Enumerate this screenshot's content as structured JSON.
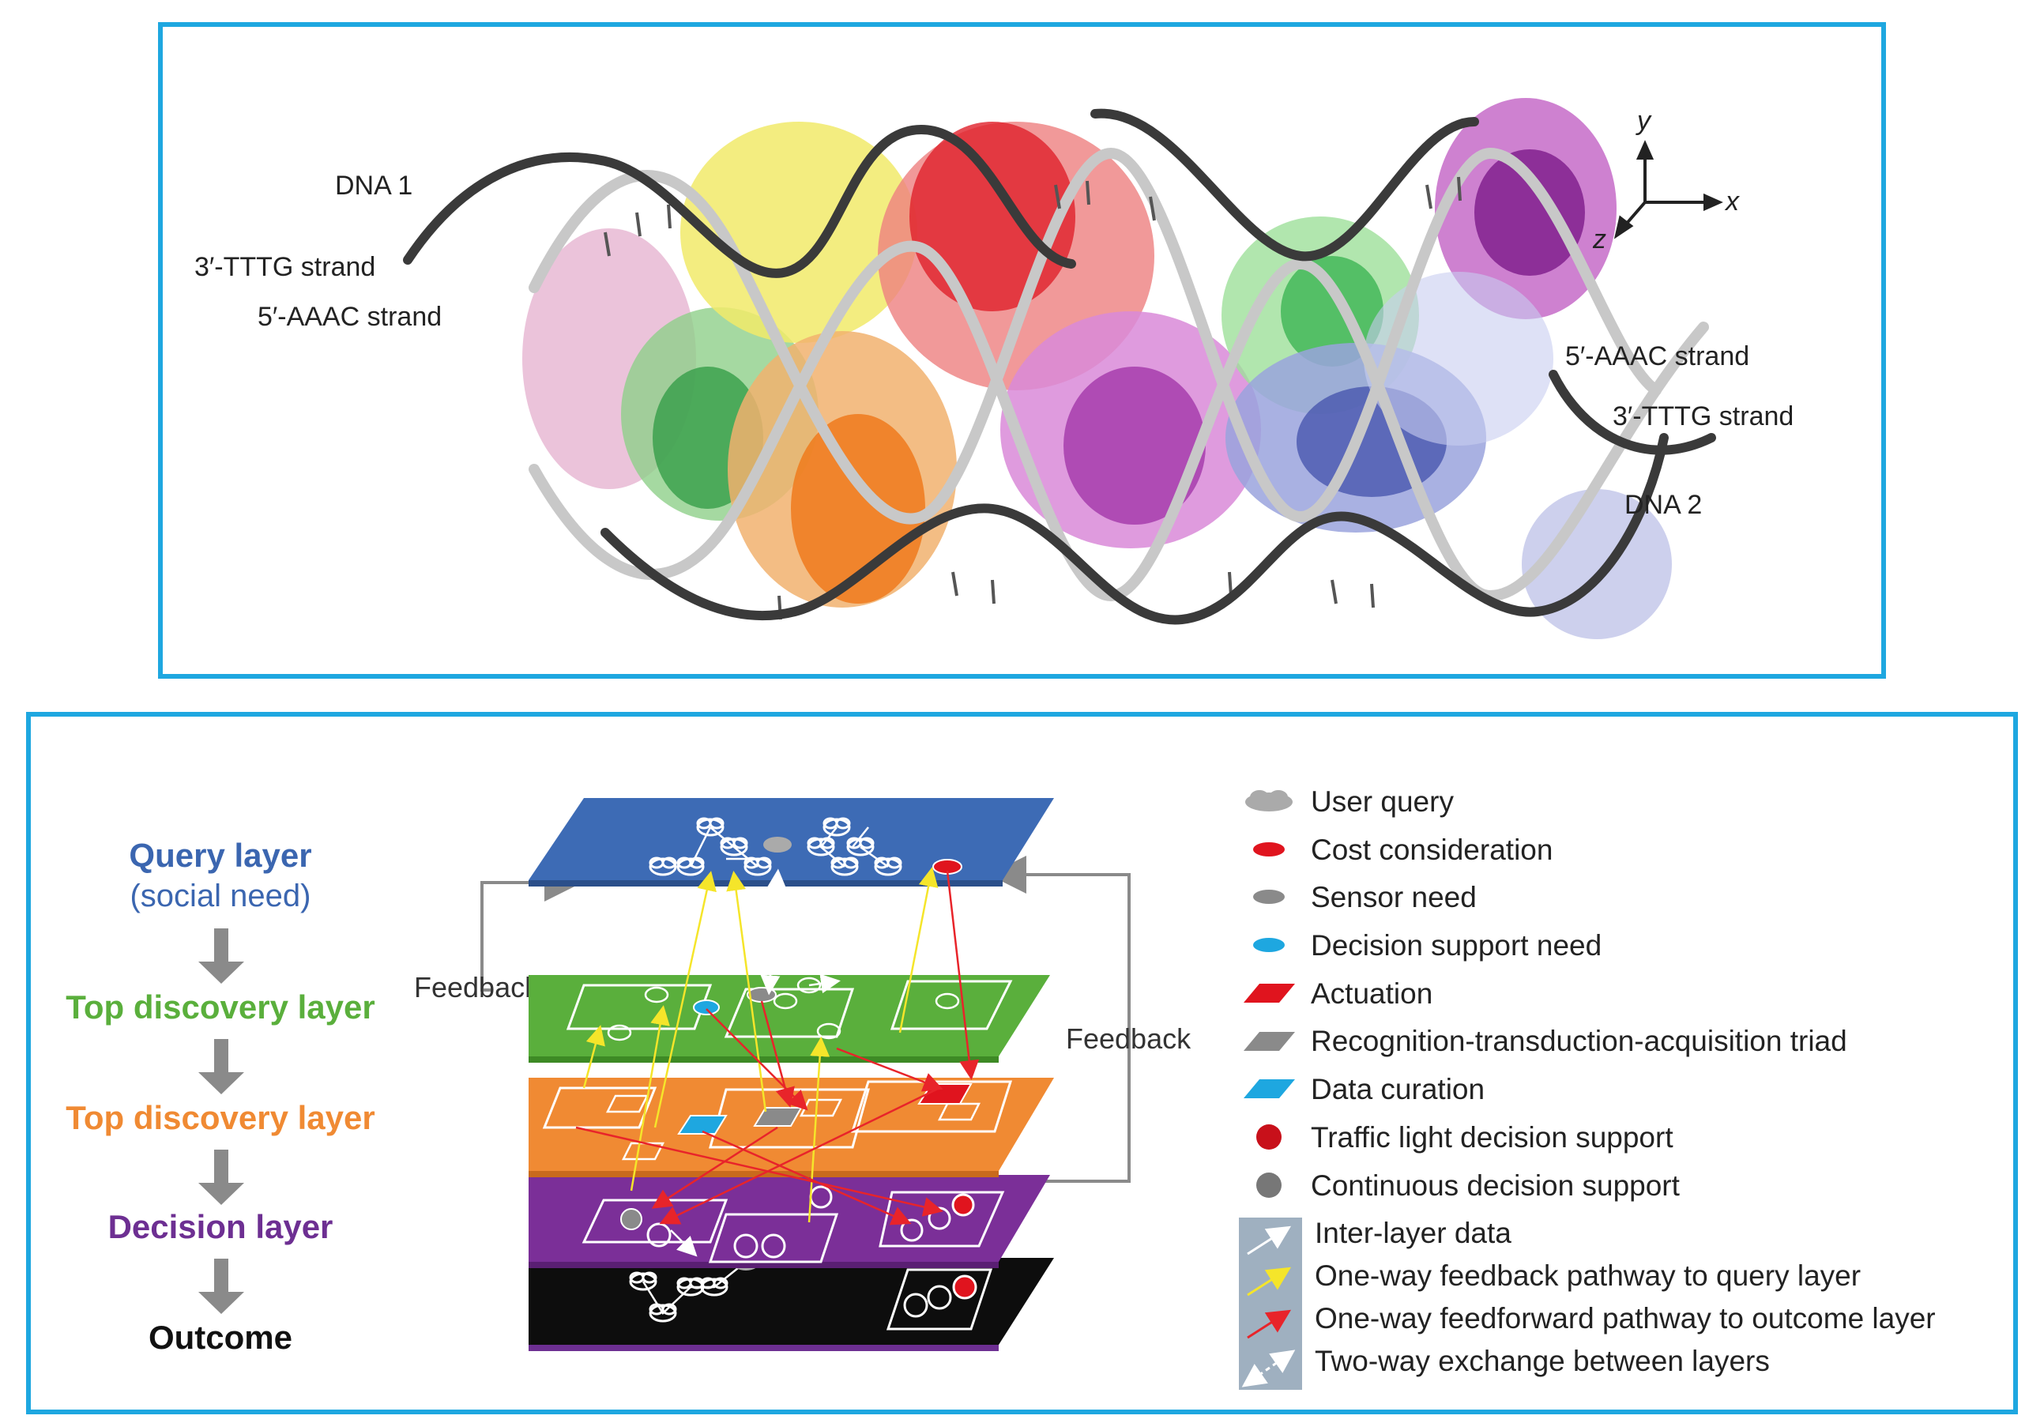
{
  "top_panel": {
    "labels": {
      "dna1": "DNA 1",
      "tttg_left": "3′-TTTG strand",
      "aaac_left": "5′-AAAC strand",
      "aaac_right": "5′-AAAC strand",
      "tttg_right": "3′-TTTG strand",
      "dna2": "DNA 2"
    },
    "axes": {
      "x": "x",
      "y": "y",
      "z": "z"
    }
  },
  "bottom_panel": {
    "layers": [
      {
        "title": "Query layer",
        "subtitle": "(social need)",
        "color": "#3b66b0"
      },
      {
        "title": "Top discovery layer",
        "color": "#5aaf3c"
      },
      {
        "title": "Top discovery layer",
        "color": "#f08a33"
      },
      {
        "title": "Decision layer",
        "color": "#6d2f92"
      },
      {
        "title": "Outcome",
        "color": "#111111"
      }
    ],
    "feedback_left": "Feedback",
    "feedback_right": "Feedback",
    "legend": [
      {
        "label": "User query",
        "symbol": "cloud-icon"
      },
      {
        "label": "Cost consideration",
        "symbol": "red-ellipse-icon"
      },
      {
        "label": "Sensor need",
        "symbol": "gray-ellipse-icon"
      },
      {
        "label": "Decision support need",
        "symbol": "blue-ellipse-icon"
      },
      {
        "label": "Actuation",
        "symbol": "red-parallelogram-icon"
      },
      {
        "label": "Recognition-transduction-acquisition triad",
        "symbol": "gray-parallelogram-icon"
      },
      {
        "label": "Data curation",
        "symbol": "blue-parallelogram-icon"
      },
      {
        "label": "Traffic light decision support",
        "symbol": "red-circle-icon"
      },
      {
        "label": "Continuous decision support",
        "symbol": "gray-circle-icon"
      }
    ],
    "arrow_legend": [
      {
        "label": "Inter-layer data",
        "color": "#ffffff"
      },
      {
        "label": "One-way feedback pathway to query layer",
        "color": "#f5e52a"
      },
      {
        "label": "One-way feedforward pathway to outcome layer",
        "color": "#e8242a"
      },
      {
        "label": "Two-way exchange between layers",
        "color": "#ffffff"
      }
    ]
  }
}
